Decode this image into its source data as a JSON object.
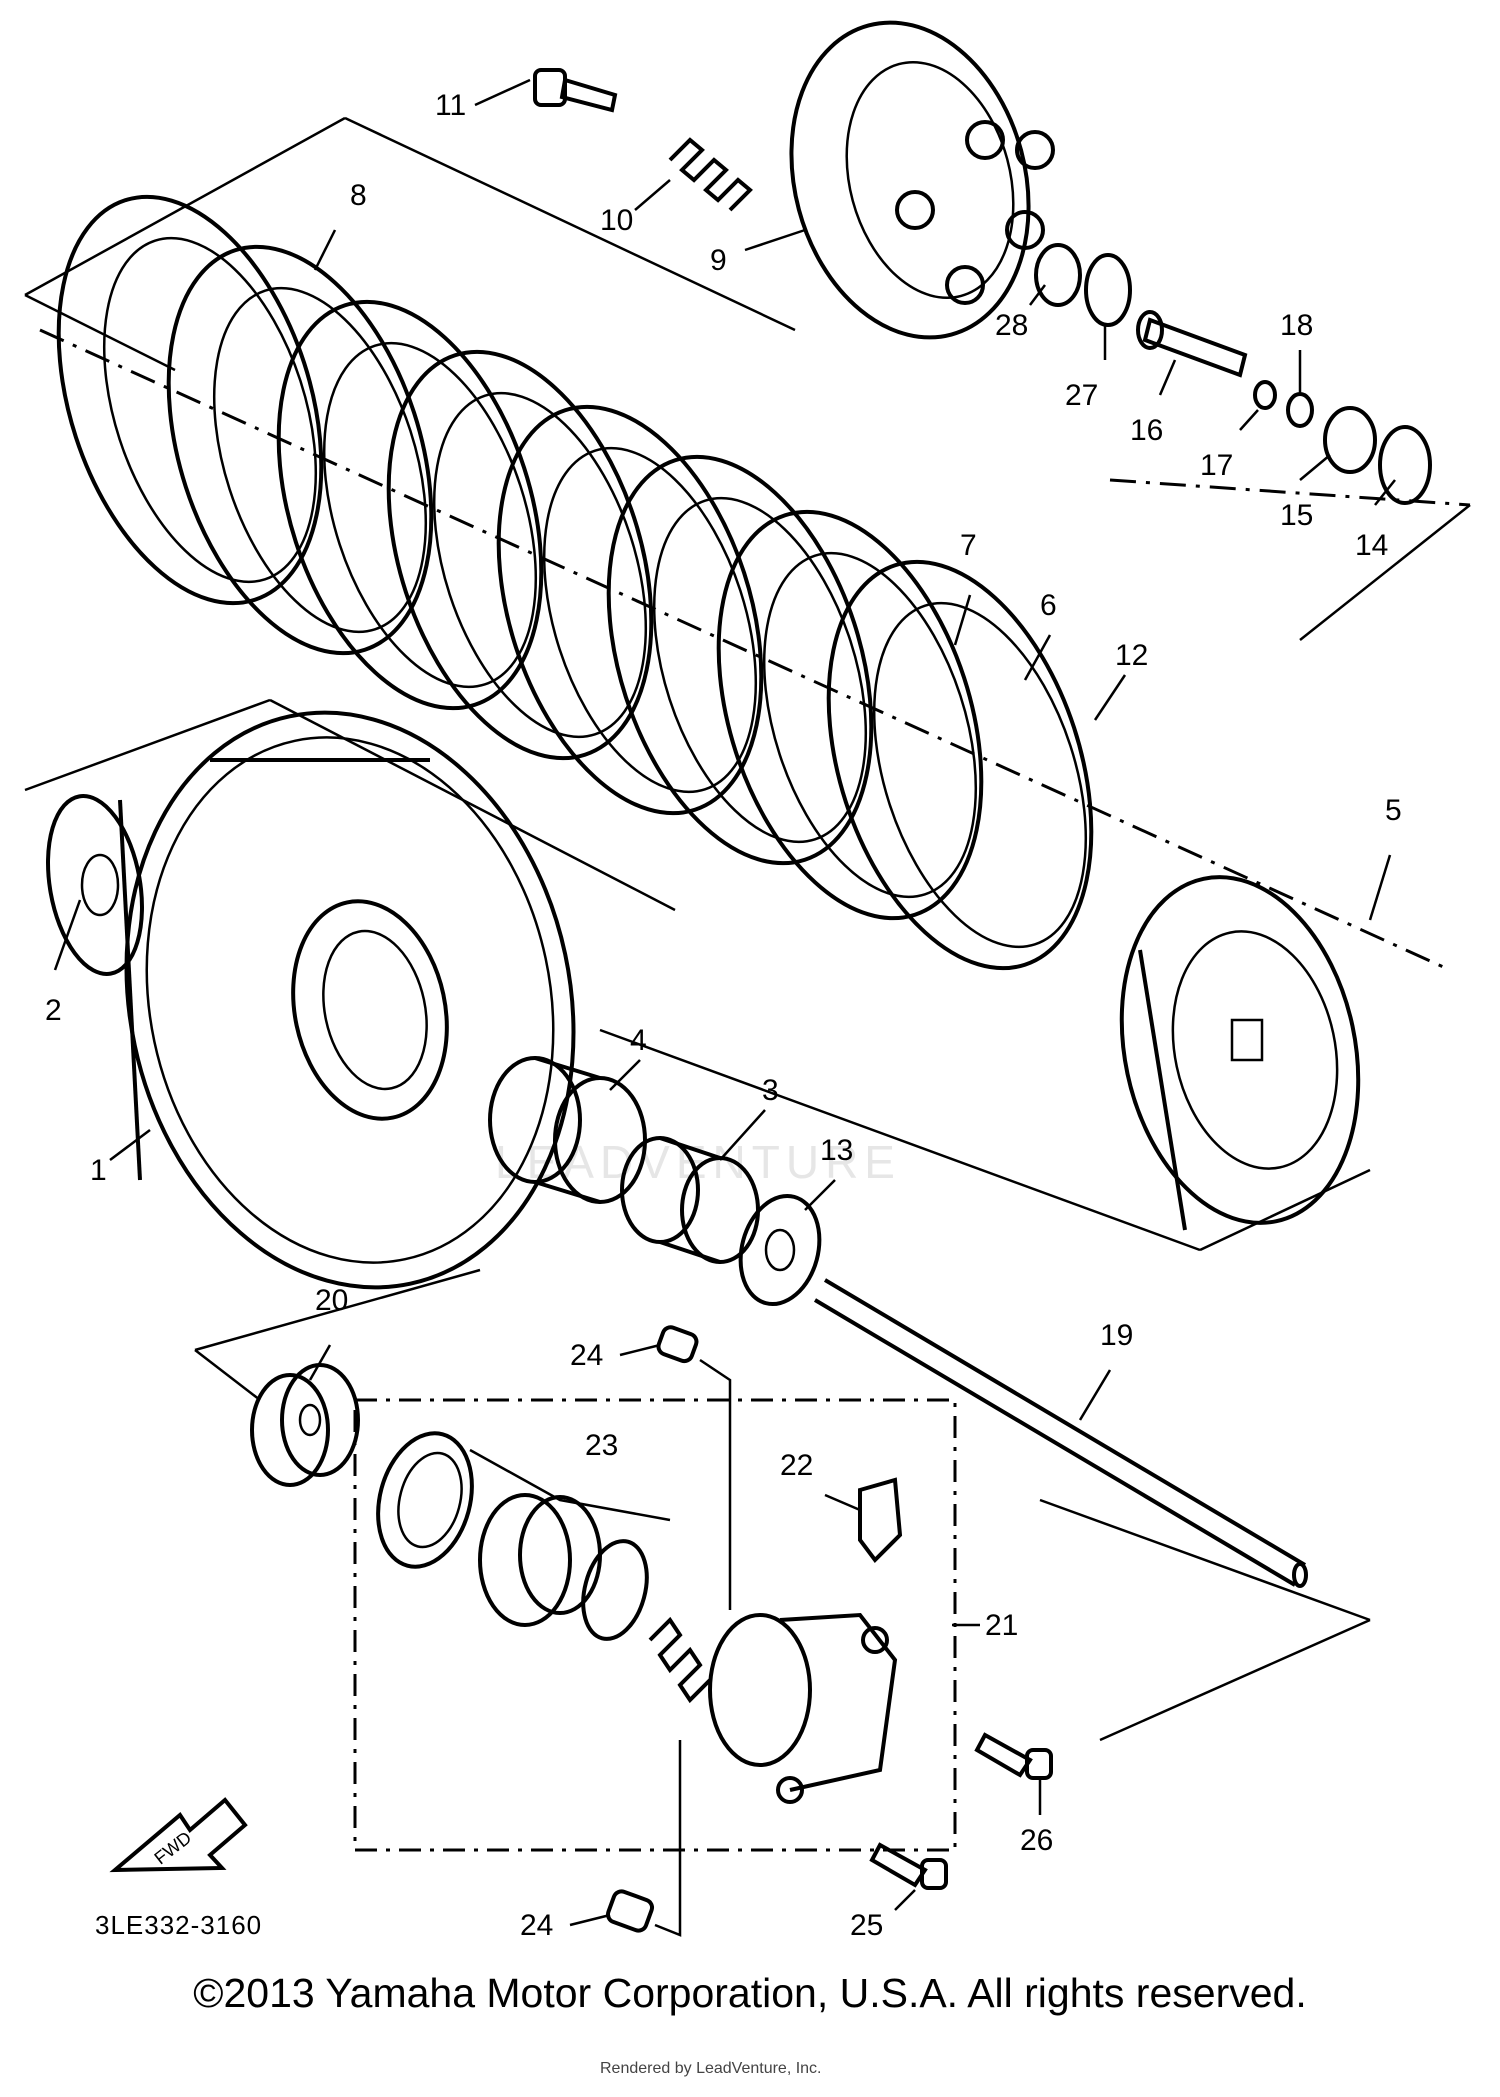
{
  "diagram": {
    "code": "3LE332-3160",
    "fwd_label": "FWD",
    "watermark": "LEADVENTURE",
    "rendered_by": "Rendered by LeadVenture, Inc.",
    "copyright": "©2013 Yamaha Motor Corporation, U.S.A. All rights reserved.",
    "callouts": [
      "1",
      "2",
      "3",
      "4",
      "5",
      "6",
      "7",
      "8",
      "9",
      "10",
      "11",
      "12",
      "13",
      "14",
      "15",
      "16",
      "17",
      "18",
      "19",
      "20",
      "21",
      "22",
      "23",
      "24",
      "24",
      "25",
      "26",
      "27",
      "28"
    ]
  }
}
